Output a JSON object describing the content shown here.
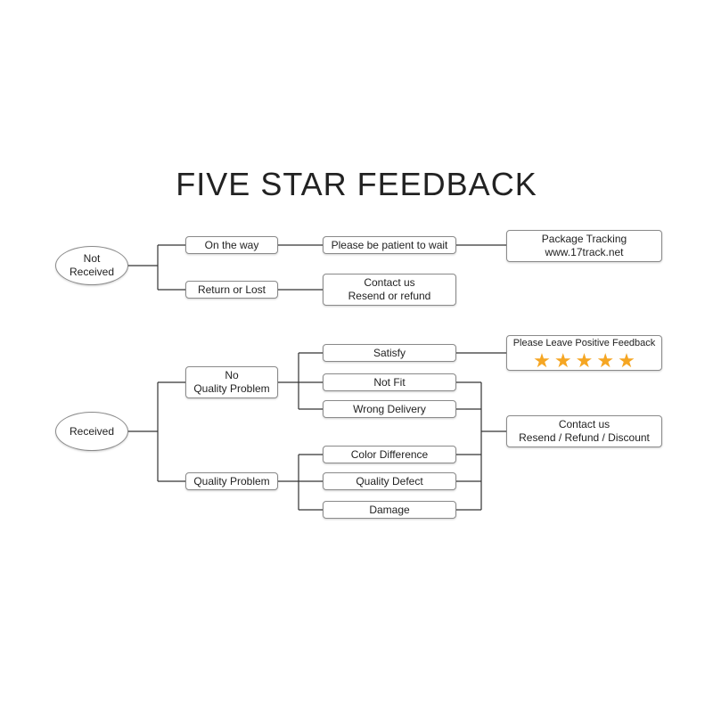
{
  "title": "FIVE STAR FEEDBACK",
  "colors": {
    "star": "#f5a623",
    "line": "#333333",
    "border": "#8a8a8a"
  },
  "nodes": {
    "not_received": [
      "Not",
      "Received"
    ],
    "on_the_way": "On the way",
    "return_or_lost": "Return or Lost",
    "be_patient": "Please be patient to wait",
    "package_tracking": [
      "Package Tracking",
      "www.17track.net"
    ],
    "contact_resend_refund": [
      "Contact us",
      "Resend or refund"
    ],
    "received": "Received",
    "no_quality_problem": [
      "No",
      "Quality Problem"
    ],
    "quality_problem": "Quality Problem",
    "satisfy": "Satisfy",
    "not_fit": "Not Fit",
    "wrong_delivery": "Wrong Delivery",
    "color_difference": "Color Difference",
    "quality_defect": "Quality Defect",
    "damage": "Damage",
    "positive_feedback": "Please Leave Positive Feedback",
    "stars": 5,
    "contact_resend_refund_discount": [
      "Contact us",
      "Resend / Refund / Discount"
    ]
  }
}
